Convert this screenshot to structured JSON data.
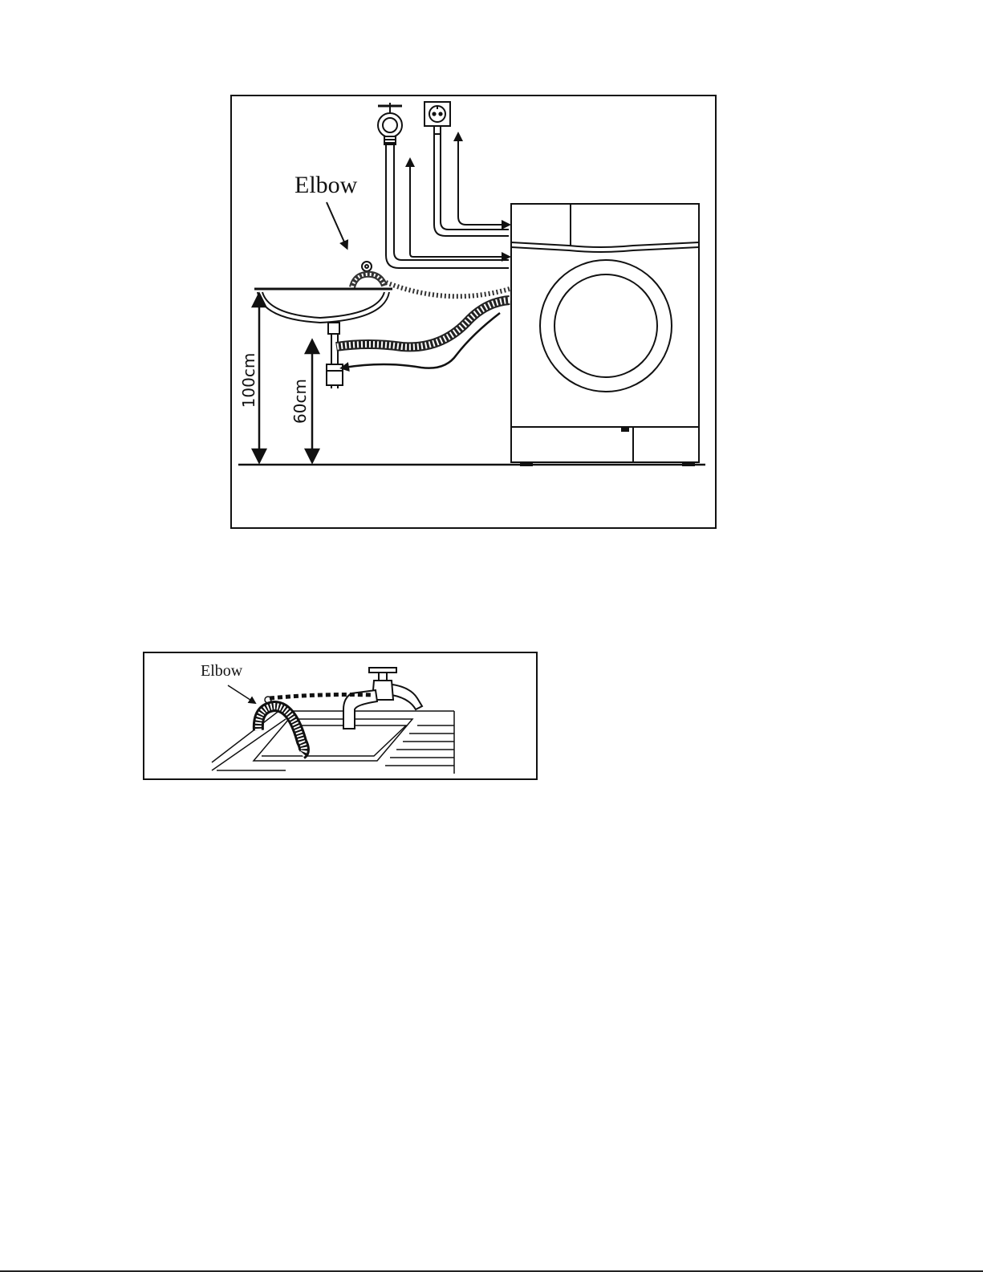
{
  "figure_installation": {
    "elbow_label": "Elbow",
    "height_sink_label": "100cm",
    "height_standpipe_label": "60cm"
  },
  "figure_sink": {
    "elbow_label": "Elbow"
  }
}
